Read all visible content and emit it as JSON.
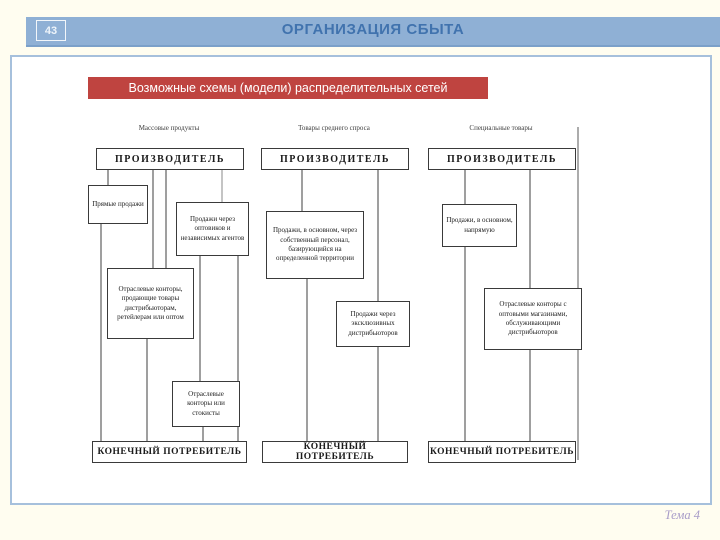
{
  "slide": {
    "number": "43",
    "title": "ОРГАНИЗАЦИЯ СБЫТА",
    "banner": "Возможные схемы (модели) распределительных сетей",
    "footer": "Тема 4"
  },
  "colors": {
    "header_bg": "#8fb0d5",
    "header_text": "#4173ae",
    "banner_bg": "#bf4440",
    "banner_text": "#ffffff",
    "frame_border": "#a6c0dc",
    "footer_text": "#a89cc8",
    "diagram_line": "#3f3f3f"
  },
  "diagram": {
    "columns": [
      {
        "header": "Массовые продукты",
        "producer": "ПРОИЗВОДИТЕЛЬ",
        "consumer": "КОНЕЧНЫЙ ПОТРЕБИТЕЛЬ",
        "nodes": [
          "Прямые продажи",
          "Продажи через оптовиков и независимых агентов",
          "Отраслевые конторы, продающие товары дистрибьюторам, ретейлерам или оптом",
          "Отраслевые конторы или стокисты"
        ]
      },
      {
        "header": "Товары среднего спроса",
        "producer": "ПРОИЗВОДИТЕЛЬ",
        "consumer": "КОНЕЧНЫЙ ПОТРЕБИТЕЛЬ",
        "nodes": [
          "Продажи, в основном, через собственный персонал, базирующийся на определенной территории",
          "Продажи через эксклюзивных дистрибьюторов"
        ]
      },
      {
        "header": "Специальные товары",
        "producer": "ПРОИЗВОДИТЕЛЬ",
        "consumer": "КОНЕЧНЫЙ ПОТРЕБИТЕЛЬ",
        "nodes": [
          "Продажи, в основном, напрямую",
          "Отраслевые конторы с оптовыми магазинами, обслуживающими дистрибьюторов"
        ]
      }
    ]
  }
}
